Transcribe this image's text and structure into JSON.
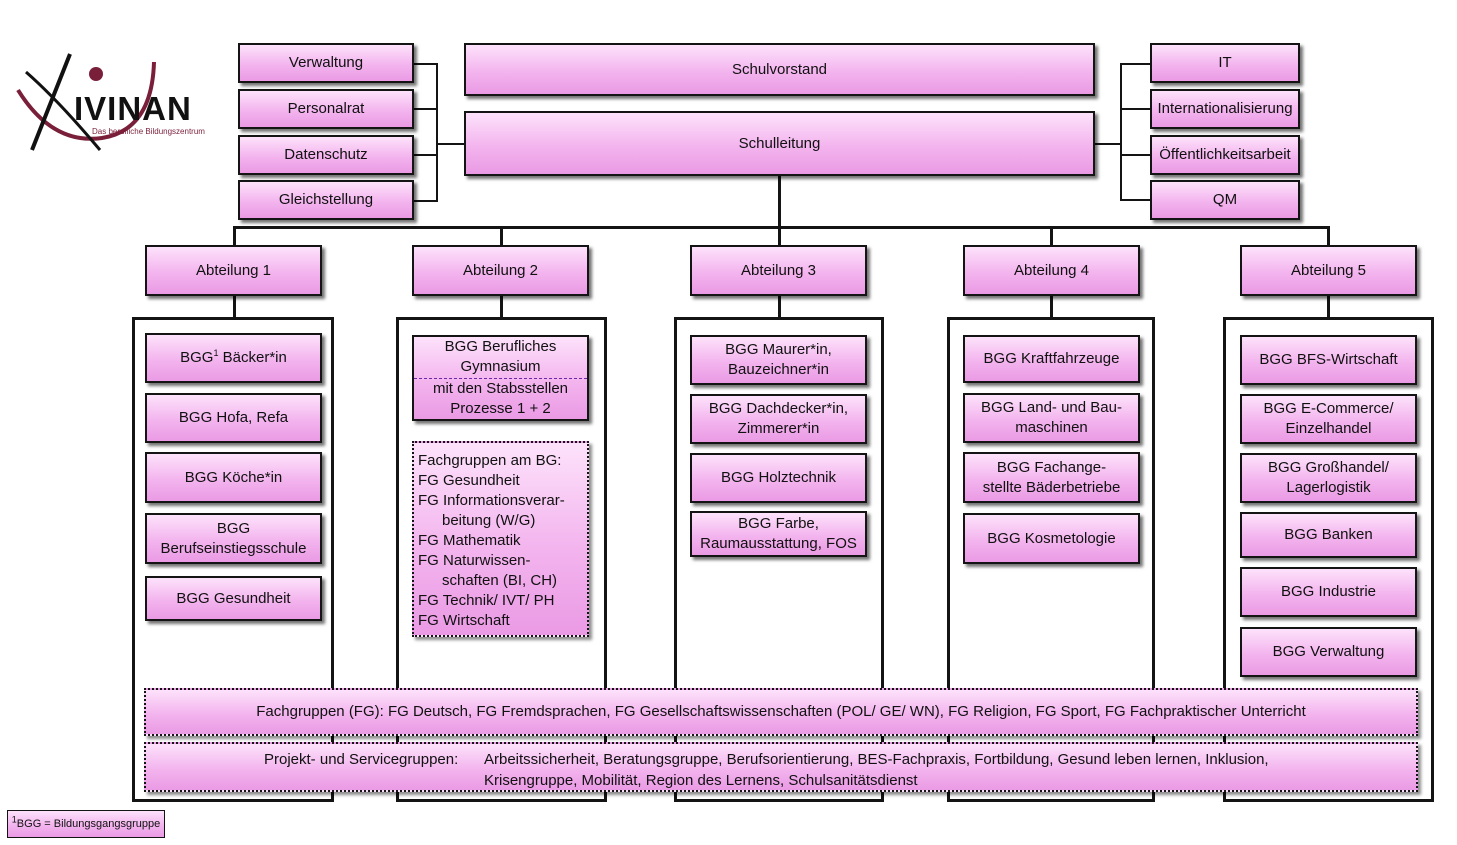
{
  "logo": {
    "name": "IVINAN",
    "tagline": "Das berufliche Bildungszentrum"
  },
  "top": {
    "schulvorstand": "Schulvorstand",
    "schulleitung": "Schulleitung"
  },
  "left_staff": [
    "Verwaltung",
    "Personalrat",
    "Datenschutz",
    "Gleichstellung"
  ],
  "right_staff": [
    "IT",
    "Internationalisierung",
    "Öffentlichkeitsarbeit",
    "QM"
  ],
  "departments": [
    {
      "title": "Abteilung 1",
      "items": [
        {
          "lines": [
            "BGG"
          ],
          "sup": "1",
          "after": " Bäcker*in"
        },
        {
          "lines": [
            "BGG Hofa, Refa"
          ]
        },
        {
          "lines": [
            "BGG Köche*in"
          ]
        },
        {
          "lines": [
            "BGG",
            "Berufseinstiegsschule"
          ]
        },
        {
          "lines": [
            "BGG Gesundheit"
          ]
        }
      ]
    },
    {
      "title": "Abteilung 2",
      "gym": {
        "top": [
          "BGG Berufliches",
          "Gymnasium"
        ],
        "bottom": [
          "mit den Stabsstellen",
          "Prozesse 1 + 2"
        ]
      },
      "fg_box": [
        "Fachgruppen am BG:",
        "FG Gesundheit",
        "FG Informationsverar-",
        "beitung (W/G)",
        "FG Mathematik",
        "FG Naturwissen-",
        "schaften (BI, CH)",
        "FG Technik/ IVT/ PH",
        "FG Wirtschaft"
      ]
    },
    {
      "title": "Abteilung 3",
      "items": [
        {
          "lines": [
            "BGG Maurer*in,",
            "Bauzeichner*in"
          ]
        },
        {
          "lines": [
            "BGG Dachdecker*in,",
            "Zimmerer*in"
          ]
        },
        {
          "lines": [
            "BGG Holztechnik"
          ]
        },
        {
          "lines": [
            "BGG Farbe,",
            "Raumausstattung, FOS"
          ]
        }
      ]
    },
    {
      "title": "Abteilung 4",
      "items": [
        {
          "lines": [
            "BGG Kraftfahrzeuge"
          ]
        },
        {
          "lines": [
            "BGG Land- und Bau-",
            "maschinen"
          ]
        },
        {
          "lines": [
            "BGG Fachange-",
            "stellte Bäderbetriebe"
          ]
        },
        {
          "lines": [
            "BGG Kosmetologie"
          ]
        }
      ]
    },
    {
      "title": "Abteilung 5",
      "items": [
        {
          "lines": [
            "BGG BFS-Wirtschaft"
          ]
        },
        {
          "lines": [
            "BGG E-Commerce/",
            "Einzelhandel"
          ]
        },
        {
          "lines": [
            "BGG Großhandel/",
            "Lagerlogistik"
          ]
        },
        {
          "lines": [
            "BGG Banken"
          ]
        },
        {
          "lines": [
            "BGG Industrie"
          ]
        },
        {
          "lines": [
            "BGG Verwaltung"
          ]
        }
      ]
    }
  ],
  "fachgruppen_bar": "Fachgruppen (FG): FG Deutsch, FG Fremdsprachen, FG Gesellschaftswissenschaften (POL/ GE/ WN), FG Religion, FG Sport, FG Fachpraktischer Unterricht",
  "projekt_bar": {
    "label": "Projekt- und Servicegruppen:",
    "line1": "Arbeitssicherheit, Beratungsgruppe, Berufsorientierung, BES-Fachpraxis, Fortbildung, Gesund leben lernen, Inklusion,",
    "line2": "Krisengruppe, Mobilität, Region des Lernens, Schulsanitätsdienst"
  },
  "footnote": {
    "sup": "1",
    "text": "BGG = Bildungsgangsgruppe"
  }
}
